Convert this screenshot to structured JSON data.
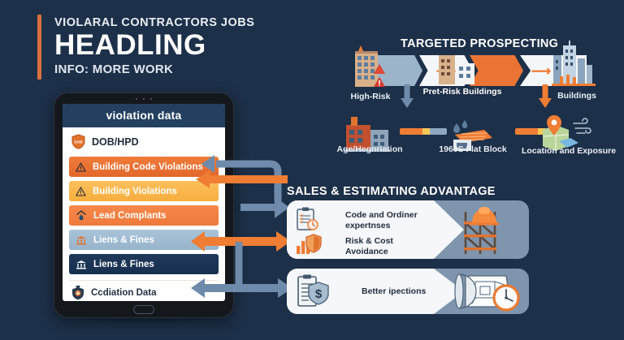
{
  "theme": {
    "background": "#1d3049",
    "accent_orange": "#d8703c",
    "accent_blue": "#8fa9c2",
    "card_white": "#f5f7fa"
  },
  "header": {
    "eyebrow": "VIOLARAL CONTRACTORS JOBS",
    "headline": "HEADLING",
    "subline": "INFO: MORE WORK"
  },
  "tablet": {
    "screen_title": "violation data",
    "source_label": "DOB/HPD",
    "source_icon": "shield-dob-icon",
    "violations": [
      {
        "label": "Building Code Violations",
        "icon": "warning-triangle-icon",
        "color": "#e2672b"
      },
      {
        "label": "Building Violations",
        "icon": "warning-triangle-icon",
        "color": "#f7ad3e"
      },
      {
        "label": "Lead Complants",
        "icon": "lead-droplet-icon",
        "color": "#ee7a3c"
      },
      {
        "label": "Liens & Fines",
        "icon": "bank-icon",
        "color": "#97b3cb"
      },
      {
        "label": "Liens & Fines",
        "icon": "bank-icon",
        "color": "#17304f"
      }
    ],
    "footer_label": "Ccdiation Data",
    "footer_icon": "shield-download-icon"
  },
  "prospecting": {
    "title": "TARGETED PROSPECTING",
    "flow": [
      {
        "label": "High-Risk",
        "icon": "high-risk-building-icon"
      },
      {
        "label": "Pret-Risk Buildings",
        "icon": "risk-buildings-icon"
      },
      {
        "label": "Buildings",
        "icon": "city-skyline-icon"
      }
    ],
    "attributes": [
      {
        "label": "Age/Hegnriation",
        "icon": "old-factory-icon"
      },
      {
        "label": "1960S Flat Block",
        "icon": "flat-roof-water-icon"
      },
      {
        "label": "Location and Exposure",
        "icon": "map-pin-wind-icon"
      }
    ]
  },
  "sales": {
    "title": "SALES & ESTIMATING ADVANTAGE",
    "cards": [
      {
        "items": [
          {
            "label": "Code and Ordiner\nexpertnses",
            "line1": "Code and Ordiner",
            "line2": "expertnses",
            "icon": "clipboard-clock-icon"
          },
          {
            "label": "Risk & Cost\nAvoidance",
            "line1": "Risk & Cost",
            "line2": "Avoidance",
            "icon": "chart-shield-icon"
          }
        ],
        "visual_icon": "scaffold-hardhat-icon"
      },
      {
        "items": [
          {
            "line1": "Better ipections",
            "line2": "",
            "icon": "clipboard-dollar-shield-icon"
          }
        ],
        "visual_icon": "blueprint-clock-icon"
      }
    ]
  },
  "connectors": [
    {
      "name": "tablet-to-prospecting",
      "direction": "left",
      "color": "#8fa9c2"
    },
    {
      "name": "tablet-to-sales-orange",
      "direction": "left",
      "color": "#ef7d33"
    },
    {
      "name": "tablet-to-sales-card",
      "direction": "right",
      "color": "#8fa9c2"
    },
    {
      "name": "tablet-to-inspection",
      "direction": "both",
      "color": "#8fa9c2"
    }
  ]
}
